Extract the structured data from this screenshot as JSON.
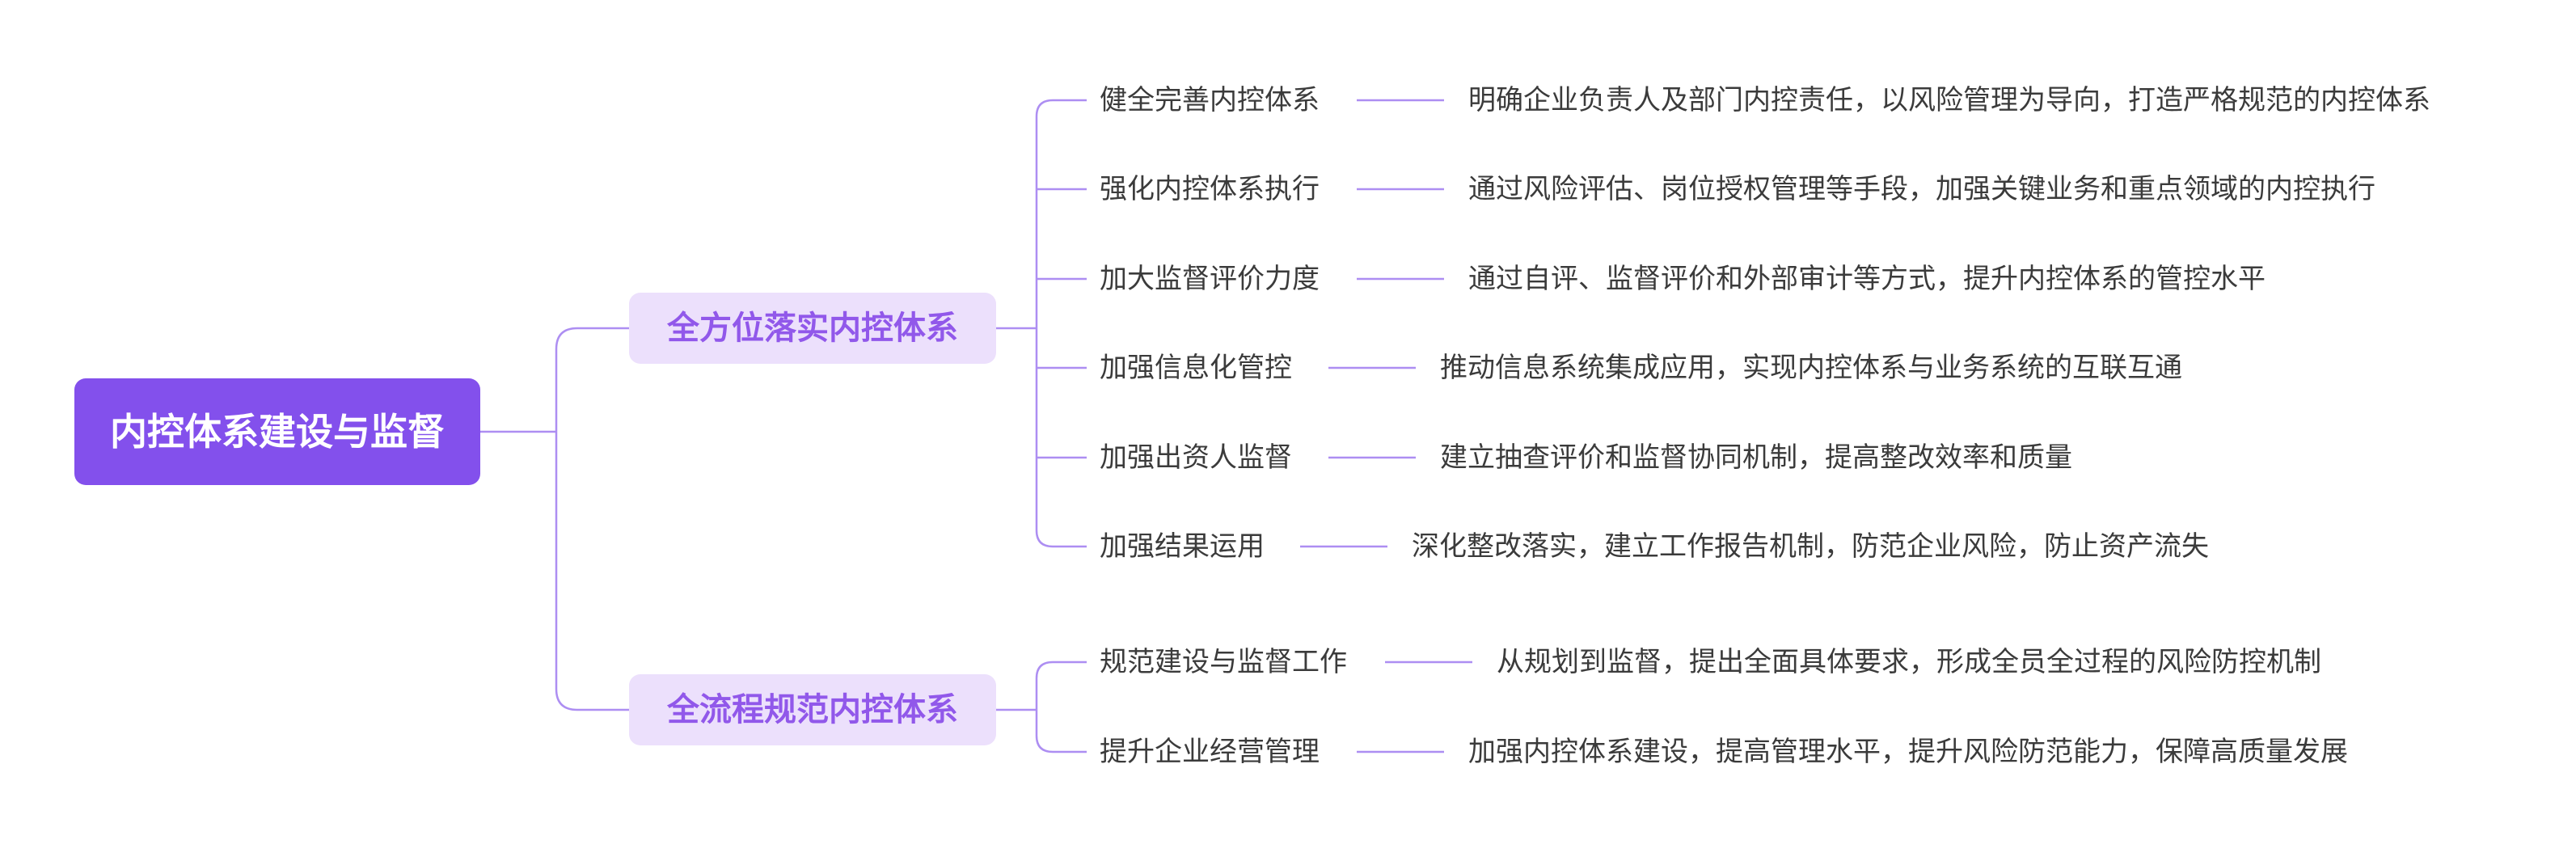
{
  "root": {
    "label": "内控体系建设与监督"
  },
  "branches": [
    {
      "label": "全方位落实内控体系",
      "items": [
        {
          "label": "健全完善内控体系",
          "desc": "明确企业负责人及部门内控责任，以风险管理为导向，打造严格规范的内控体系"
        },
        {
          "label": "强化内控体系执行",
          "desc": "通过风险评估、岗位授权管理等手段，加强关键业务和重点领域的内控执行"
        },
        {
          "label": "加大监督评价力度",
          "desc": "通过自评、监督评价和外部审计等方式，提升内控体系的管控水平"
        },
        {
          "label": "加强信息化管控",
          "desc": "推动信息系统集成应用，实现内控体系与业务系统的互联互通"
        },
        {
          "label": "加强出资人监督",
          "desc": "建立抽查评价和监督协同机制，提高整改效率和质量"
        },
        {
          "label": "加强结果运用",
          "desc": "深化整改落实，建立工作报告机制，防范企业风险，防止资产流失"
        }
      ]
    },
    {
      "label": "全流程规范内控体系",
      "items": [
        {
          "label": "规范建设与监督工作",
          "desc": "从规划到监督，提出全面具体要求，形成全员全过程的风险防控机制"
        },
        {
          "label": "提升企业经营管理",
          "desc": "加强内控体系建设，提高管理水平，提升风险防范能力，保障高质量发展"
        }
      ]
    }
  ],
  "colors": {
    "root": "#8350ec",
    "branch_fill": "#ece0fc",
    "branch_text": "#9158ea",
    "line": "#ad8ef2",
    "text": "#3b3b3b"
  }
}
